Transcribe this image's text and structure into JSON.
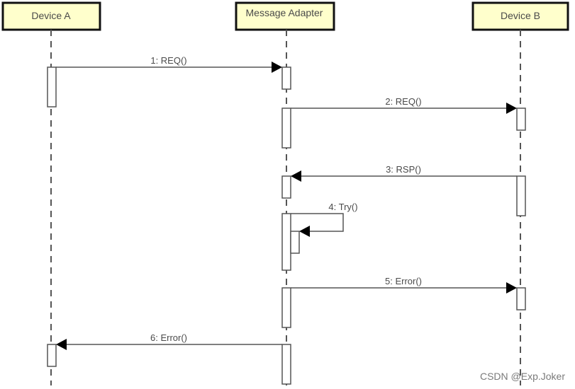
{
  "colors": {
    "header_fill": "#ffffcc",
    "header_border": "#111111",
    "line": "#555555",
    "arrow_head": "#000000",
    "text": "#4a4a4a"
  },
  "participants": [
    {
      "id": "A",
      "label": "Device A"
    },
    {
      "id": "M",
      "label": "Message Adapter"
    },
    {
      "id": "B",
      "label": "Device B"
    }
  ],
  "messages": [
    {
      "seq": 1,
      "label": "1: REQ()",
      "from": "A",
      "to": "M",
      "kind": "sync"
    },
    {
      "seq": 2,
      "label": "2: REQ()",
      "from": "M",
      "to": "B",
      "kind": "sync"
    },
    {
      "seq": 3,
      "label": "3: RSP()",
      "from": "B",
      "to": "M",
      "kind": "sync"
    },
    {
      "seq": 4,
      "label": "4: Try()",
      "from": "M",
      "to": "M",
      "kind": "self"
    },
    {
      "seq": 5,
      "label": "5: Error()",
      "from": "M",
      "to": "B",
      "kind": "sync"
    },
    {
      "seq": 6,
      "label": "6: Error()",
      "from": "M",
      "to": "A",
      "kind": "sync"
    }
  ],
  "watermark": "CSDN @Exp.Joker"
}
